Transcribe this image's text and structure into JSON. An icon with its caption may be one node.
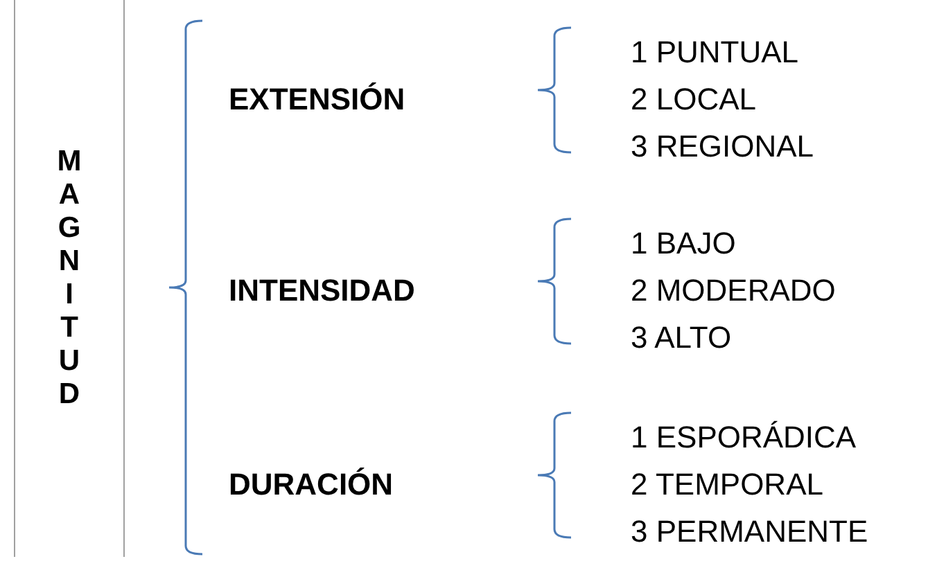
{
  "diagram": {
    "nodes": [
      {
        "text": [
          "MAGNITUD"
        ]
      }
    ],
    "labels": [
      "EXTENSIÓN",
      "1 PUNTUAL",
      "2 LOCAL",
      "3 REGIONAL",
      "INTENSIDAD",
      "1 BAJO",
      "2 MODERADO",
      "3 ALTO",
      "DURACIÓN",
      "1 ESPORÁDICA",
      "2 TEMPORAL",
      "3 PERMANENTE"
    ]
  }
}
